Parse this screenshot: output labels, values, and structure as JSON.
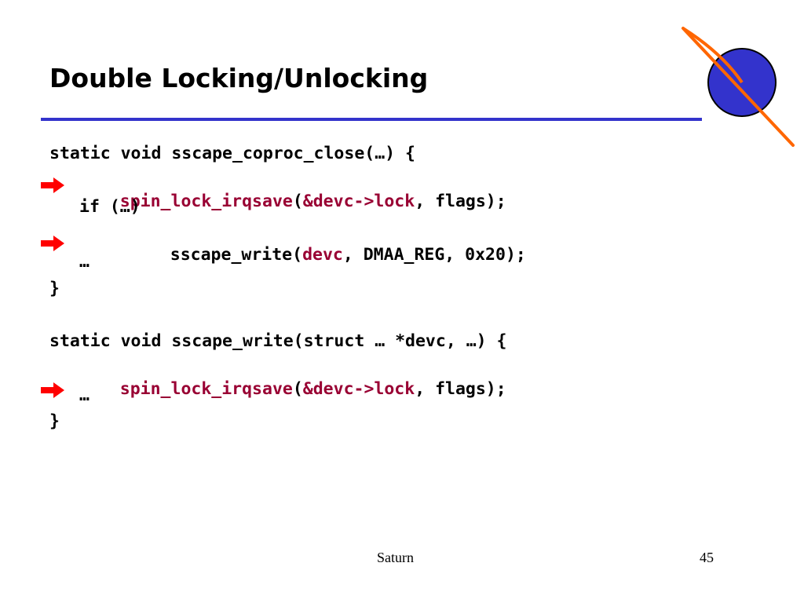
{
  "slide": {
    "title": "Double Locking/Unlocking",
    "footer_center": "Saturn",
    "page_number": "45"
  },
  "code": {
    "block1": {
      "line1": "static void sscape_coproc_close(…) {",
      "line2": {
        "fn": "spin_lock_irqsave",
        "open": "(",
        "arg1": "&devc->lock",
        "rest": ", flags);"
      },
      "line3": "if (…)",
      "line4": {
        "fn": "sscape_write(",
        "arg1": "devc",
        "rest": ", DMAA_REG, 0x20);"
      },
      "line5": "…",
      "line6": "}"
    },
    "block2": {
      "line1": "static void sscape_write(struct … *devc, …) {",
      "line2": {
        "fn": "spin_lock_irqsave",
        "open": "(",
        "arg1": "&devc->lock",
        "rest": ", flags);"
      },
      "line3": "…",
      "line4": "}"
    }
  },
  "colors": {
    "title_rule": "#3333cc",
    "highlight": "#990033",
    "arrow": "#ff0000",
    "planet": "#3333cc",
    "ring": "#ff6600"
  },
  "icons": {
    "logo": "saturn-planet-logo",
    "pointer": "right-arrow-icon"
  }
}
